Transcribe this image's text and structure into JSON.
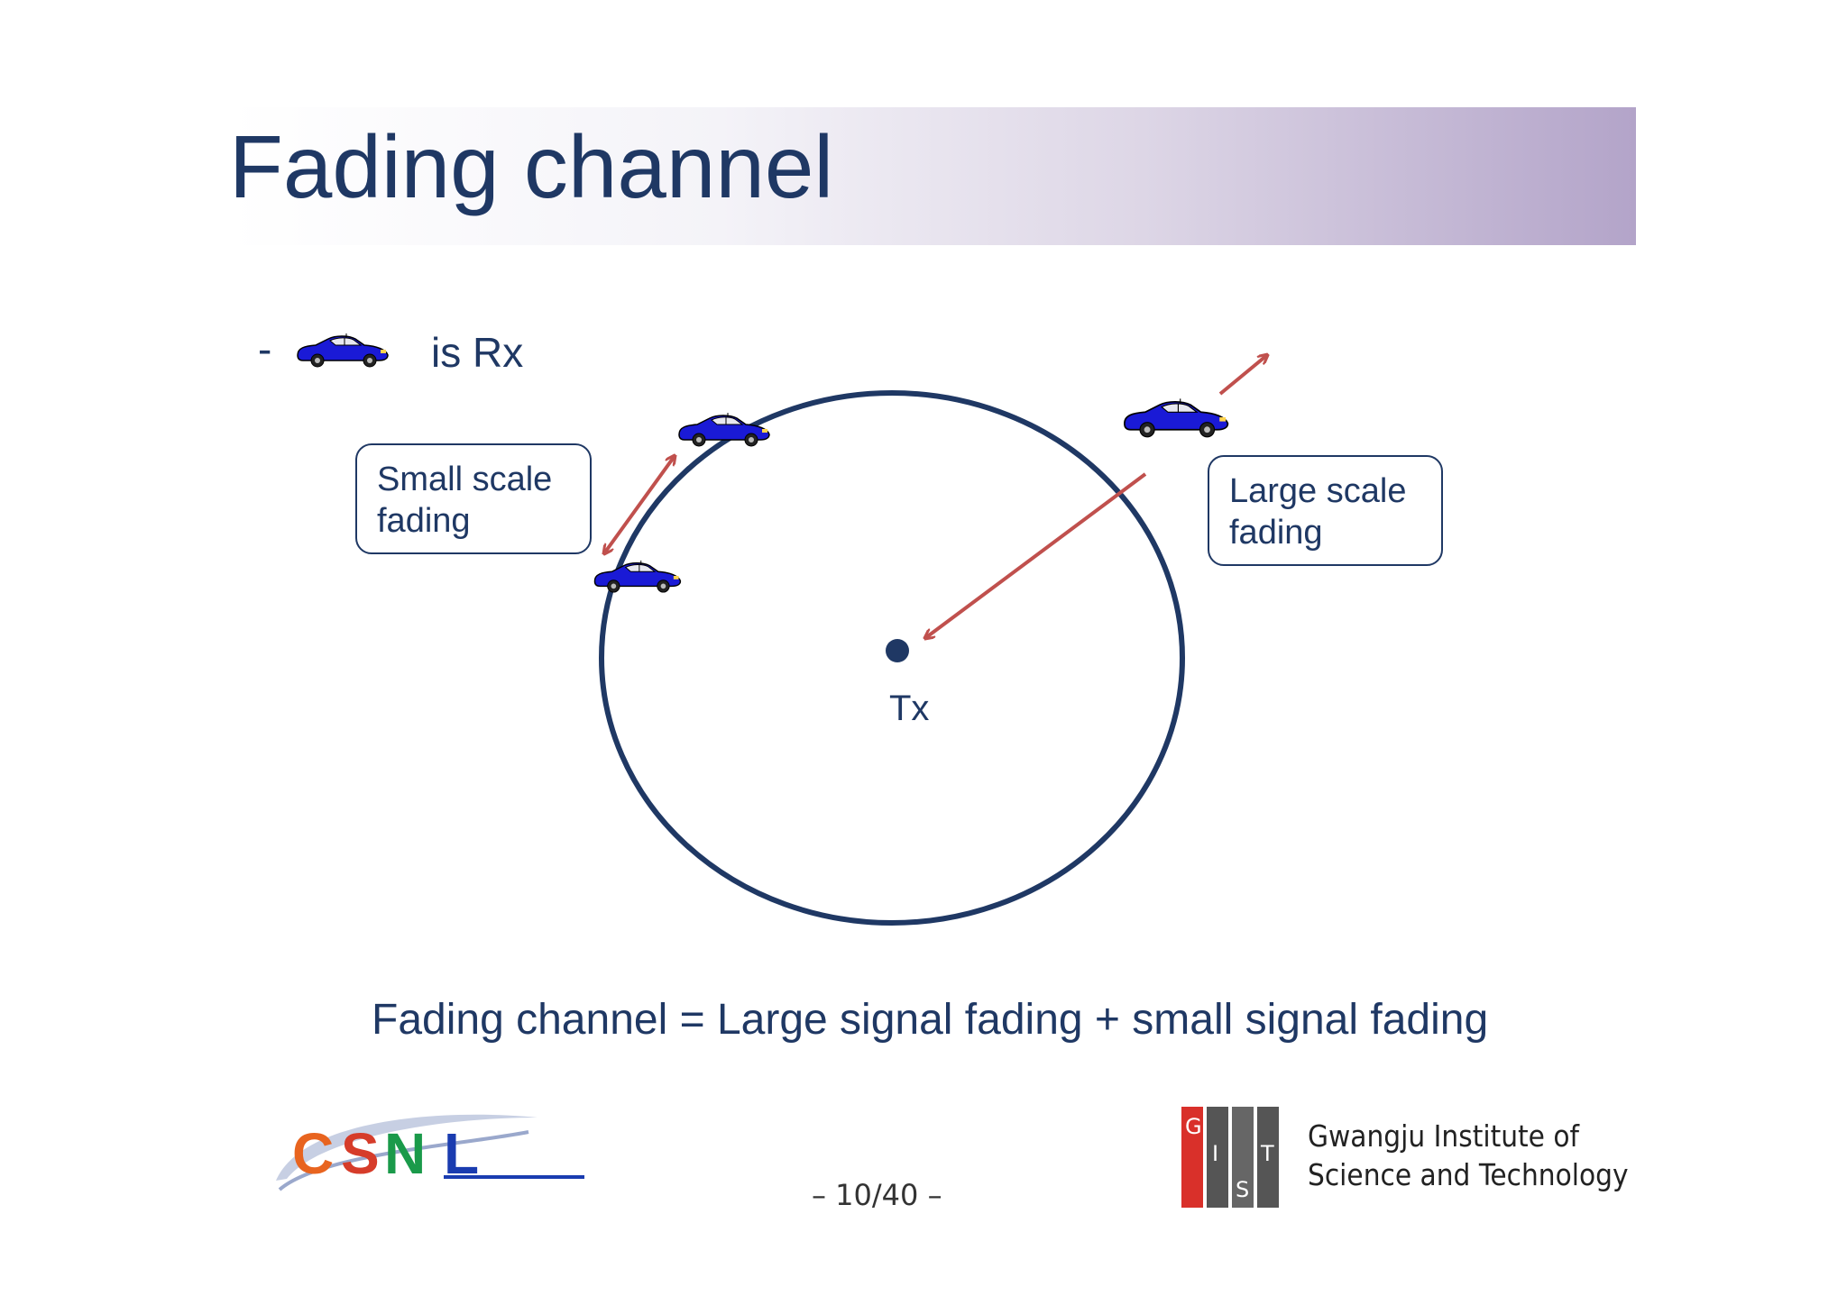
{
  "slide": {
    "title": "Fading channel",
    "legend": {
      "dash": "-",
      "text": "is Rx",
      "icon": "car-icon"
    },
    "callouts": {
      "small": [
        "Small scale",
        "fading"
      ],
      "large": [
        "Large scale",
        "fading"
      ]
    },
    "tx_label": "Tx",
    "formula": "Fading channel = Large signal fading + small signal fading",
    "page_number": "– 10/40 –"
  },
  "footer": {
    "left_logo": "CSNL",
    "right_logo_letters": [
      "G",
      "I",
      "S",
      "T"
    ],
    "right_logo_name": [
      "Gwangju Institute of",
      "Science and Technology"
    ]
  },
  "colors": {
    "text": "#1f3864",
    "circle": "#1f3864",
    "arrow": "#c0504d",
    "car": "#1a1ad6"
  }
}
